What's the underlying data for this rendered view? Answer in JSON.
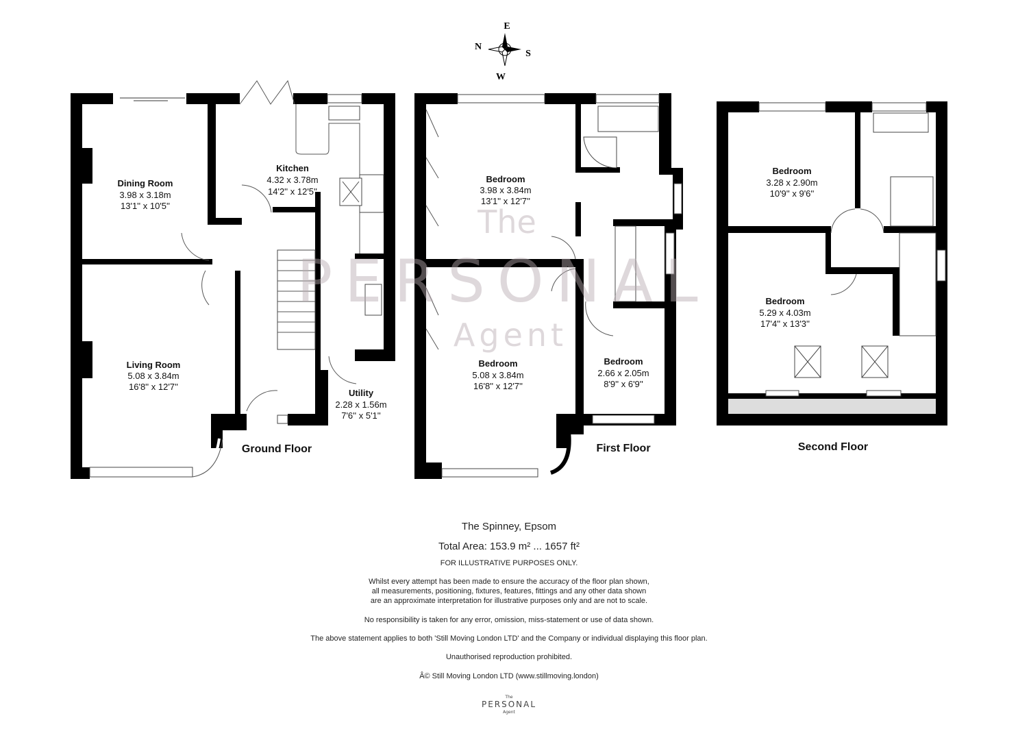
{
  "compass": {
    "n": "N",
    "e": "E",
    "s": "S",
    "w": "W"
  },
  "watermark": {
    "line1": "The",
    "line2": "PERSONAL",
    "line3": "Agent"
  },
  "ground_floor": {
    "label": "Ground Floor",
    "rooms": [
      {
        "name": "Dining Room",
        "metric": "3.98 x 3.18m",
        "imperial": "13'1'' x 10'5''"
      },
      {
        "name": "Kitchen",
        "metric": "4.32 x 3.78m",
        "imperial": "14'2'' x 12'5''"
      },
      {
        "name": "Living Room",
        "metric": "5.08 x 3.84m",
        "imperial": "16'8'' x 12'7''"
      },
      {
        "name": "Utility",
        "metric": "2.28 x 1.56m",
        "imperial": "7'6'' x 5'1''"
      }
    ]
  },
  "first_floor": {
    "label": "First Floor",
    "rooms": [
      {
        "name": "Bedroom",
        "metric": "3.98 x 3.84m",
        "imperial": "13'1'' x 12'7''"
      },
      {
        "name": "Bedroom",
        "metric": "5.08 x 3.84m",
        "imperial": "16'8'' x 12'7''"
      },
      {
        "name": "Bedroom",
        "metric": "2.66 x 2.05m",
        "imperial": "8'9'' x 6'9''"
      }
    ]
  },
  "second_floor": {
    "label": "Second Floor",
    "rooms": [
      {
        "name": "Bedroom",
        "metric": "3.28 x 2.90m",
        "imperial": "10'9'' x 9'6''"
      },
      {
        "name": "Bedroom",
        "metric": "5.29 x 4.03m",
        "imperial": "17'4'' x 13'3''"
      }
    ]
  },
  "footer": {
    "address": "The Spinney, Epsom",
    "total_area": "Total Area: 153.9 m² ... 1657 ft²",
    "illustrative": "FOR ILLUSTRATIVE PURPOSES ONLY.",
    "disclaimer1": "Whilst every attempt has been made to ensure the accuracy of the floor plan shown,",
    "disclaimer2": "all measurements, positioning, fixtures, features, fittings and any other data shown",
    "disclaimer3": "are an approximate interpretation for illustrative purposes only and are not to scale.",
    "responsibility": "No responsibility is taken for any error, omission, miss-statement or use of data shown.",
    "statement": "The above statement applies to both 'Still Moving London LTD' and the Company or individual displaying this floor plan.",
    "reproduction": "Unauthorised reproduction prohibited.",
    "copyright": "Â© Still Moving London LTD (www.stillmoving.london)"
  },
  "logo": {
    "the": "The",
    "personal": "PERSONAL",
    "agent": "Agent"
  }
}
